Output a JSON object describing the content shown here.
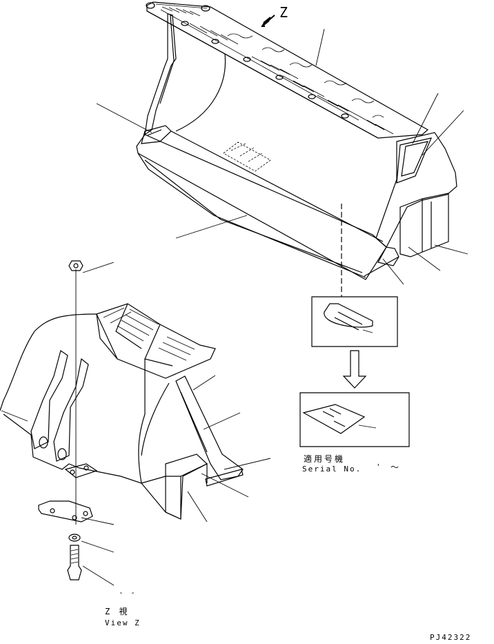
{
  "view_arrow_letter": "Z",
  "serial_label_jp": "適用号機",
  "serial_label_en": "Serial No.",
  "serial_tick": "'",
  "serial_tilde": "〜",
  "bottom_label_jp": "Z 視",
  "bottom_label_en": "View Z",
  "small_dashes": "- -",
  "drawing_number": "PJ42322"
}
